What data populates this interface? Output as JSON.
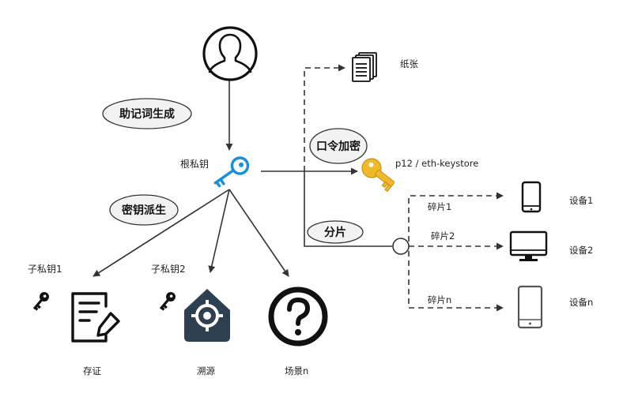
{
  "labels": {
    "mnemonic_gen": "助记词生成",
    "root_key": "根私钥",
    "key_derive": "密钥派生",
    "password_encrypt": "口令加密",
    "split": "分片",
    "paper": "纸张",
    "keystore": "p12 / eth-keystore",
    "shard1": "碎片1",
    "shard2": "碎片2",
    "shardn": "碎片n",
    "device1": "设备1",
    "device2": "设备2",
    "devicen": "设备n",
    "child_key1": "子私钥1",
    "child_key2": "子私钥2",
    "proof": "存证",
    "trace": "溯源",
    "scenario": "场景n"
  },
  "icons": {
    "user": "user-icon",
    "root_key": "key-icon",
    "paper": "document-stack-icon",
    "keystore": "gold-key-icon",
    "split_node": "circle-node",
    "device1": "phone-icon",
    "device2": "monitor-icon",
    "devicen": "tablet-icon",
    "child_key1": "small-key-icon",
    "child_key2": "small-key-icon",
    "proof": "certificate-icon",
    "trace": "trace-location-icon",
    "scenario": "question-icon"
  },
  "colors": {
    "line": "#333333",
    "root_key_blue": "#1d8fd8",
    "gold_key": "#f0b92a",
    "trace_dark": "#2e3f52",
    "ellipse_fill": "#f2f2f2"
  }
}
